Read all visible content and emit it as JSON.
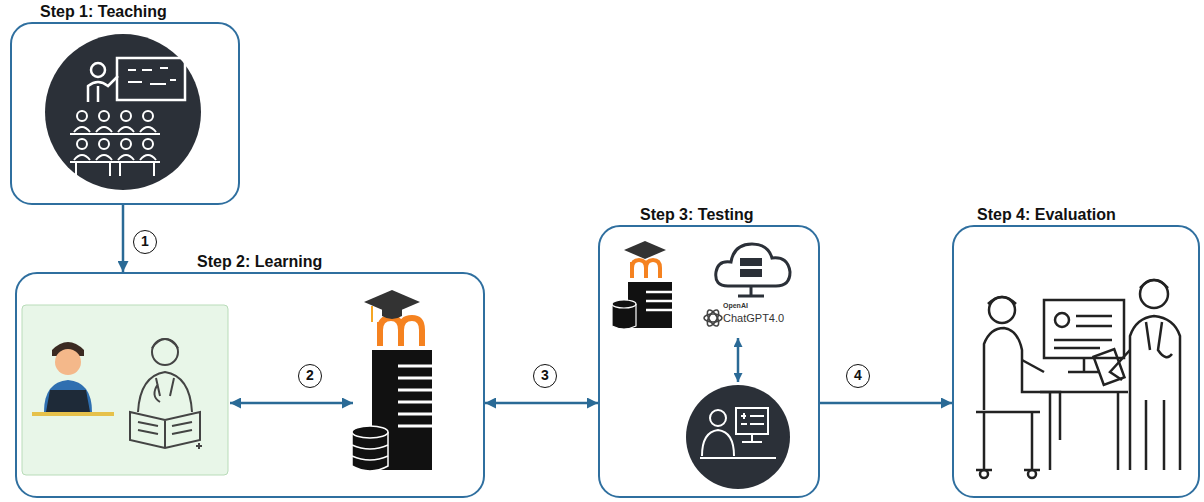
{
  "diagram": {
    "nodes": [
      {
        "text": [
          "Step 1: Teaching"
        ]
      },
      {
        "text": [
          "Step 2: Learning"
        ]
      },
      {
        "text": [
          "Step 3: Testing"
        ]
      },
      {
        "text": [
          "Step 4: Evaluation"
        ]
      }
    ],
    "edges": [
      {
        "from": 0,
        "to": 1,
        "arrow": "to",
        "label": "1"
      },
      {
        "from": 1,
        "to": 2,
        "arrow": "both",
        "label": "3"
      },
      {
        "from": 2,
        "to": 3,
        "arrow": "to",
        "label": "4"
      }
    ],
    "labels": [
      "2",
      "OpenAI",
      "ChatGPT4.0"
    ]
  }
}
